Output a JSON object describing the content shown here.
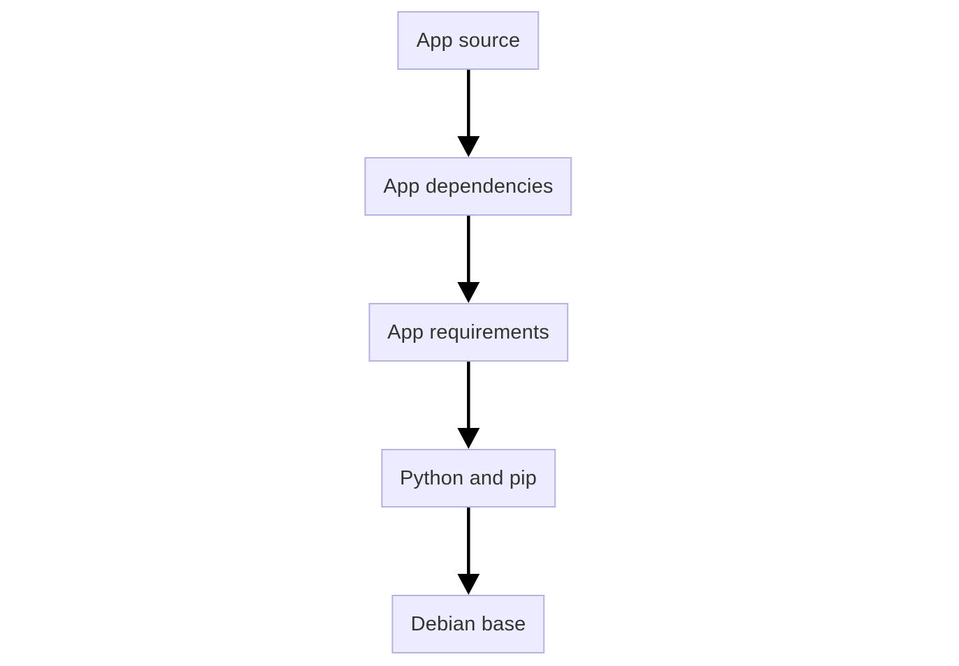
{
  "diagram": {
    "type": "flowchart",
    "direction": "top-down",
    "nodes": [
      {
        "id": "app-source",
        "label": "App source"
      },
      {
        "id": "app-dependencies",
        "label": "App dependencies"
      },
      {
        "id": "app-requirements",
        "label": "App requirements"
      },
      {
        "id": "python-and-pip",
        "label": "Python and pip"
      },
      {
        "id": "debian-base",
        "label": "Debian base"
      }
    ],
    "edges": [
      {
        "from": "App source",
        "to": "App dependencies"
      },
      {
        "from": "App dependencies",
        "to": "App requirements"
      },
      {
        "from": "App requirements",
        "to": "Python and pip"
      },
      {
        "from": "Python and pip",
        "to": "Debian base"
      }
    ],
    "colors": {
      "node_fill": "#ececff",
      "node_border": "#b6b3e2",
      "text": "#333333",
      "arrow": "#000000",
      "background": "#ffffff"
    }
  }
}
